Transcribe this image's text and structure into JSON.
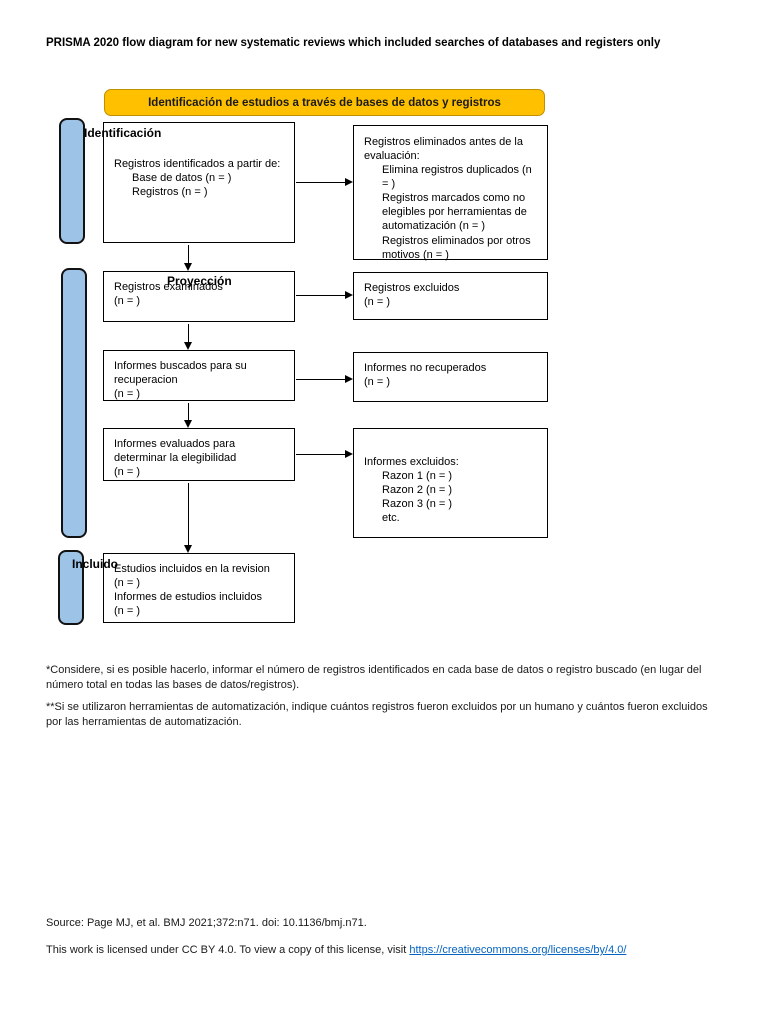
{
  "page_title": "PRISMA 2020 flow diagram for new systematic reviews which included searches of databases and registers only",
  "banner": {
    "label": "Identificación de estudios a través de bases de datos y registros"
  },
  "stage_labels": {
    "identification": "Identificación",
    "screening": "Proyección",
    "included": "Incluido"
  },
  "flow_boxes": {
    "records_identified": {
      "lines": [
        "Registros identificados a partir de:"
      ],
      "items": [
        "Base de datos (n = )",
        "Registros (n = )"
      ]
    },
    "records_removed": {
      "lines": [
        "Registros eliminados antes de la evaluación:"
      ],
      "items": [
        "Elimina registros duplicados (n = )",
        "Registros marcados como no elegibles por herramientas de automatización (n = )",
        "Registros eliminados por otros motivos (n = )"
      ]
    },
    "records_screened": {
      "lines": [
        "Registros examinados",
        "(n = )"
      ]
    },
    "records_excluded": {
      "lines": [
        "Registros excluidos",
        "(n = )"
      ]
    },
    "reports_sought": {
      "lines": [
        "Informes buscados para su recuperacion",
        "(n = )"
      ]
    },
    "reports_not_retrieved": {
      "lines": [
        "Informes no recuperados",
        "(n = )"
      ]
    },
    "reports_assessed": {
      "lines": [
        "Informes evaluados para determinar la elegibilidad",
        "(n = )"
      ]
    },
    "reports_excluded": {
      "lines": [
        "Informes excluidos:"
      ],
      "items": [
        "Razon 1 (n = )",
        "Razon 2 (n = )",
        "Razon 3 (n = )",
        "etc."
      ]
    },
    "studies_included": {
      "lines": [
        "Estudios incluidos en la revision",
        "(n = )",
        "Informes de estudios incluidos",
        "(n = )"
      ]
    }
  },
  "footnotes": {
    "first": "*Considere, si es posible hacerlo, informar el número de registros identificados en cada base de datos o registro buscado (en lugar del número total en todas las bases de datos/registros).",
    "second": "**Si se utilizaron herramientas de automatización, indique cuántos registros fueron excluidos por un humano y cuántos fueron excluidos por las herramientas de automatización."
  },
  "source_line": "Source: Page MJ, et al. BMJ 2021;372:n71. doi: 10.1136/bmj.n71.",
  "license": {
    "text": "This work is licensed under CC BY 4.0. To view a copy of this license, visit ",
    "link_label": "https://creativecommons.org/licenses/by/4.0/",
    "link_url": "https://creativecommons.org/licenses/by/4.0/"
  },
  "colors": {
    "banner_fill": "#FFC000",
    "banner_border": "#BF9000",
    "stage_fill": "#9DC3E6",
    "link_blue": "#0563C1"
  }
}
